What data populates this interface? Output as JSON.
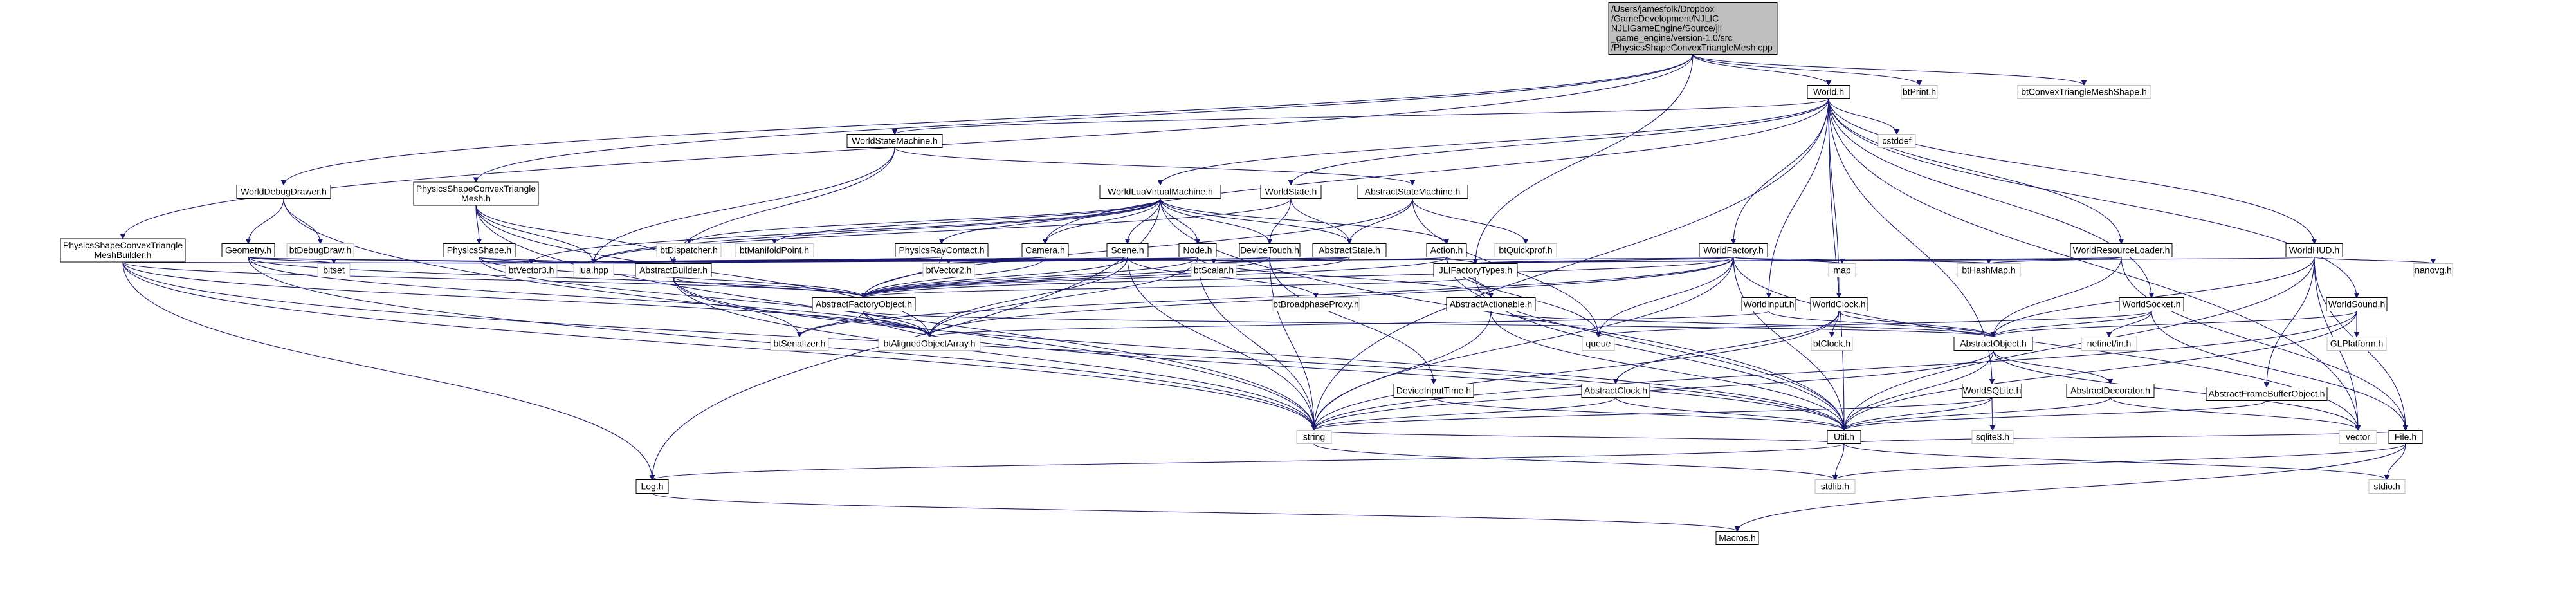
{
  "colors": {
    "edge": "#191970",
    "root_fill": "#bfbfbf",
    "node_border": "#000000",
    "ext_border": "#bfbfbf"
  },
  "nodes": [
    {
      "id": "root",
      "kind": "root",
      "lines": [
        "/Users/jamesfolk/Dropbox",
        "/GameDevelopment/NJLIC",
        "NJLIGameEngine/Source/jli",
        "_game_engine/version-1.0/src",
        "/PhysicsShapeConvexTriangleMesh.cpp"
      ]
    },
    {
      "id": "world",
      "kind": "norm",
      "lines": [
        "World.h"
      ]
    },
    {
      "id": "btPrint",
      "kind": "ext",
      "lines": [
        "btPrint.h"
      ]
    },
    {
      "id": "btConvexTMS",
      "kind": "ext",
      "lines": [
        "btConvexTriangleMeshShape.h"
      ]
    },
    {
      "id": "worldStateMachine",
      "kind": "norm",
      "lines": [
        "WorldStateMachine.h"
      ]
    },
    {
      "id": "abstractStateMachine",
      "kind": "norm",
      "lines": [
        "AbstractStateMachine.h"
      ]
    },
    {
      "id": "worldState",
      "kind": "norm",
      "lines": [
        "WorldState.h"
      ]
    },
    {
      "id": "cstddef",
      "kind": "ext",
      "lines": [
        "cstddef"
      ]
    },
    {
      "id": "worldDebugDrawer",
      "kind": "norm",
      "lines": [
        "WorldDebugDrawer.h"
      ]
    },
    {
      "id": "pscTMesh",
      "kind": "norm",
      "lines": [
        "PhysicsShapeConvexTriangle",
        "Mesh.h"
      ]
    },
    {
      "id": "worldLuaVM",
      "kind": "norm",
      "lines": [
        "WorldLuaVirtualMachine.h"
      ]
    },
    {
      "id": "pscTMeshBuilder",
      "kind": "norm",
      "lines": [
        "PhysicsShapeConvexTriangle",
        "MeshBuilder.h"
      ]
    },
    {
      "id": "geometry",
      "kind": "norm",
      "lines": [
        "Geometry.h"
      ]
    },
    {
      "id": "btDebugDraw",
      "kind": "ext",
      "lines": [
        "btDebugDraw.h"
      ]
    },
    {
      "id": "physicsShape",
      "kind": "norm",
      "lines": [
        "PhysicsShape.h"
      ]
    },
    {
      "id": "btDispatcher",
      "kind": "ext",
      "lines": [
        "btDispatcher.h"
      ]
    },
    {
      "id": "btManifoldPoint",
      "kind": "ext",
      "lines": [
        "btManifoldPoint.h"
      ]
    },
    {
      "id": "physicsRayContact",
      "kind": "norm",
      "lines": [
        "PhysicsRayContact.h"
      ]
    },
    {
      "id": "camera",
      "kind": "norm",
      "lines": [
        "Camera.h"
      ]
    },
    {
      "id": "scene",
      "kind": "norm",
      "lines": [
        "Scene.h"
      ]
    },
    {
      "id": "nodeh",
      "kind": "norm",
      "lines": [
        "Node.h"
      ]
    },
    {
      "id": "deviceTouch",
      "kind": "norm",
      "lines": [
        "DeviceTouch.h"
      ]
    },
    {
      "id": "abstractState",
      "kind": "norm",
      "lines": [
        "AbstractState.h"
      ]
    },
    {
      "id": "action",
      "kind": "norm",
      "lines": [
        "Action.h"
      ]
    },
    {
      "id": "btQuickprof",
      "kind": "ext",
      "lines": [
        "btQuickprof.h"
      ]
    },
    {
      "id": "worldFactory",
      "kind": "norm",
      "lines": [
        "WorldFactory.h"
      ]
    },
    {
      "id": "worldResourceLoader",
      "kind": "norm",
      "lines": [
        "WorldResourceLoader.h"
      ]
    },
    {
      "id": "worldHUD",
      "kind": "norm",
      "lines": [
        "WorldHUD.h"
      ]
    },
    {
      "id": "bitset",
      "kind": "ext",
      "lines": [
        "bitset"
      ]
    },
    {
      "id": "btVector3",
      "kind": "ext",
      "lines": [
        "btVector3.h"
      ]
    },
    {
      "id": "luahpp",
      "kind": "ext",
      "lines": [
        "lua.hpp"
      ]
    },
    {
      "id": "abstractBuilder",
      "kind": "norm",
      "lines": [
        "AbstractBuilder.h"
      ]
    },
    {
      "id": "btVector2",
      "kind": "ext",
      "lines": [
        "btVector2.h"
      ]
    },
    {
      "id": "btScalar",
      "kind": "ext",
      "lines": [
        "btScalar.h"
      ]
    },
    {
      "id": "jliFactoryTypes",
      "kind": "norm",
      "lines": [
        "JLIFactoryTypes.h"
      ]
    },
    {
      "id": "map",
      "kind": "ext",
      "lines": [
        "map"
      ]
    },
    {
      "id": "btHashMap",
      "kind": "ext",
      "lines": [
        "btHashMap.h"
      ]
    },
    {
      "id": "nanovg",
      "kind": "ext",
      "lines": [
        "nanovg.h"
      ]
    },
    {
      "id": "abstractFactoryObject",
      "kind": "norm",
      "lines": [
        "AbstractFactoryObject.h"
      ]
    },
    {
      "id": "btBroadphaseProxy",
      "kind": "ext",
      "lines": [
        "btBroadphaseProxy.h"
      ]
    },
    {
      "id": "abstractActionable",
      "kind": "norm",
      "lines": [
        "AbstractActionable.h"
      ]
    },
    {
      "id": "worldInput",
      "kind": "norm",
      "lines": [
        "WorldInput.h"
      ]
    },
    {
      "id": "worldClock",
      "kind": "norm",
      "lines": [
        "WorldClock.h"
      ]
    },
    {
      "id": "worldSocket",
      "kind": "norm",
      "lines": [
        "WorldSocket.h"
      ]
    },
    {
      "id": "worldSound",
      "kind": "norm",
      "lines": [
        "WorldSound.h"
      ]
    },
    {
      "id": "btSerializer",
      "kind": "ext",
      "lines": [
        "btSerializer.h"
      ]
    },
    {
      "id": "btAlignedObjectArray",
      "kind": "ext",
      "lines": [
        "btAlignedObjectArray.h"
      ]
    },
    {
      "id": "queue",
      "kind": "ext",
      "lines": [
        "queue"
      ]
    },
    {
      "id": "btClock",
      "kind": "ext",
      "lines": [
        "btClock.h"
      ]
    },
    {
      "id": "netinet",
      "kind": "ext",
      "lines": [
        "netinet/in.h"
      ]
    },
    {
      "id": "abstractObject",
      "kind": "norm",
      "lines": [
        "AbstractObject.h"
      ]
    },
    {
      "id": "glplatform",
      "kind": "ext",
      "lines": [
        "GLPlatform.h"
      ]
    },
    {
      "id": "deviceInputTime",
      "kind": "norm",
      "lines": [
        "DeviceInputTime.h"
      ]
    },
    {
      "id": "abstractClock",
      "kind": "norm",
      "lines": [
        "AbstractClock.h"
      ]
    },
    {
      "id": "worldSQLite",
      "kind": "norm",
      "lines": [
        "WorldSQLite.h"
      ]
    },
    {
      "id": "abstractDecorator",
      "kind": "norm",
      "lines": [
        "AbstractDecorator.h"
      ]
    },
    {
      "id": "abstractFrameBufferObject",
      "kind": "norm",
      "lines": [
        "AbstractFrameBufferObject.h"
      ]
    },
    {
      "id": "string",
      "kind": "ext",
      "lines": [
        "string"
      ]
    },
    {
      "id": "util",
      "kind": "norm",
      "lines": [
        "Util.h"
      ]
    },
    {
      "id": "sqlite3",
      "kind": "ext",
      "lines": [
        "sqlite3.h"
      ]
    },
    {
      "id": "vector",
      "kind": "ext",
      "lines": [
        "vector"
      ]
    },
    {
      "id": "file",
      "kind": "norm",
      "lines": [
        "File.h"
      ]
    },
    {
      "id": "log",
      "kind": "norm",
      "lines": [
        "Log.h"
      ]
    },
    {
      "id": "stdlib",
      "kind": "ext",
      "lines": [
        "stdlib.h"
      ]
    },
    {
      "id": "stdio",
      "kind": "ext",
      "lines": [
        "stdio.h"
      ]
    },
    {
      "id": "macros",
      "kind": "norm",
      "lines": [
        "Macros.h"
      ]
    }
  ],
  "edges": [
    [
      "root",
      "world"
    ],
    [
      "root",
      "btPrint"
    ],
    [
      "root",
      "btConvexTMS"
    ],
    [
      "root",
      "pscTMesh"
    ],
    [
      "root",
      "pscTMeshBuilder"
    ],
    [
      "root",
      "worldDebugDrawer"
    ],
    [
      "root",
      "jliFactoryTypes"
    ],
    [
      "world",
      "worldStateMachine"
    ],
    [
      "world",
      "worldState"
    ],
    [
      "world",
      "cstddef"
    ],
    [
      "world",
      "worldLuaVM"
    ],
    [
      "world",
      "worldFactory"
    ],
    [
      "world",
      "worldResourceLoader"
    ],
    [
      "world",
      "worldHUD"
    ],
    [
      "world",
      "worldInput"
    ],
    [
      "world",
      "worldClock"
    ],
    [
      "world",
      "worldSocket"
    ],
    [
      "world",
      "worldSound"
    ],
    [
      "world",
      "worldSQLite"
    ],
    [
      "world",
      "util"
    ],
    [
      "world",
      "vector"
    ],
    [
      "world",
      "string"
    ],
    [
      "world",
      "camera"
    ],
    [
      "worldStateMachine",
      "abstractStateMachine"
    ],
    [
      "worldStateMachine",
      "abstractBuilder"
    ],
    [
      "worldStateMachine",
      "luahpp"
    ],
    [
      "abstractStateMachine",
      "abstractState"
    ],
    [
      "abstractStateMachine",
      "btQuickprof"
    ],
    [
      "abstractStateMachine",
      "queue"
    ],
    [
      "abstractStateMachine",
      "abstractFactoryObject"
    ],
    [
      "worldState",
      "abstractState"
    ],
    [
      "worldState",
      "deviceTouch"
    ],
    [
      "worldState",
      "luahpp"
    ],
    [
      "worldDebugDrawer",
      "btDebugDraw"
    ],
    [
      "worldDebugDrawer",
      "geometry"
    ],
    [
      "worldDebugDrawer",
      "string"
    ],
    [
      "pscTMesh",
      "physicsShape"
    ],
    [
      "pscTMesh",
      "luahpp"
    ],
    [
      "pscTMesh",
      "abstractBuilder"
    ],
    [
      "pscTMesh",
      "btAlignedObjectArray"
    ],
    [
      "pscTMesh",
      "string"
    ],
    [
      "worldLuaVM",
      "btDispatcher"
    ],
    [
      "worldLuaVM",
      "btManifoldPoint"
    ],
    [
      "worldLuaVM",
      "physicsRayContact"
    ],
    [
      "worldLuaVM",
      "camera"
    ],
    [
      "worldLuaVM",
      "scene"
    ],
    [
      "worldLuaVM",
      "nodeh"
    ],
    [
      "worldLuaVM",
      "deviceTouch"
    ],
    [
      "worldLuaVM",
      "abstractState"
    ],
    [
      "worldLuaVM",
      "action"
    ],
    [
      "worldLuaVM",
      "luahpp"
    ],
    [
      "worldLuaVM",
      "btVector3"
    ],
    [
      "worldLuaVM",
      "log"
    ],
    [
      "worldLuaVM",
      "util"
    ],
    [
      "pscTMeshBuilder",
      "abstractBuilder"
    ],
    [
      "pscTMeshBuilder",
      "abstractFactoryObject"
    ],
    [
      "pscTMeshBuilder",
      "btVector3"
    ],
    [
      "pscTMeshBuilder",
      "string"
    ],
    [
      "pscTMeshBuilder",
      "log"
    ],
    [
      "pscTMeshBuilder",
      "util"
    ],
    [
      "pscTMeshBuilder",
      "btAlignedObjectArray"
    ],
    [
      "geometry",
      "bitset"
    ],
    [
      "geometry",
      "btVector3"
    ],
    [
      "geometry",
      "abstractFactoryObject"
    ],
    [
      "geometry",
      "string"
    ],
    [
      "geometry",
      "btAlignedObjectArray"
    ],
    [
      "geometry",
      "luahpp"
    ],
    [
      "physicsShape",
      "btVector3"
    ],
    [
      "physicsShape",
      "abstractFactoryObject"
    ],
    [
      "physicsShape",
      "luahpp"
    ],
    [
      "physicsShape",
      "btAlignedObjectArray"
    ],
    [
      "physicsRayContact",
      "abstractFactoryObject"
    ],
    [
      "physicsRayContact",
      "btVector3"
    ],
    [
      "camera",
      "abstractFactoryObject"
    ],
    [
      "camera",
      "btVector3"
    ],
    [
      "camera",
      "luahpp"
    ],
    [
      "scene",
      "abstractFactoryObject"
    ],
    [
      "scene",
      "btVector3"
    ],
    [
      "scene",
      "btAlignedObjectArray"
    ],
    [
      "scene",
      "btBroadphaseProxy"
    ],
    [
      "scene",
      "string"
    ],
    [
      "nodeh",
      "abstractActionable"
    ],
    [
      "nodeh",
      "btVector2"
    ],
    [
      "nodeh",
      "btAlignedObjectArray"
    ],
    [
      "nodeh",
      "abstractFactoryObject"
    ],
    [
      "nodeh",
      "string"
    ],
    [
      "nodeh",
      "luahpp"
    ],
    [
      "deviceTouch",
      "deviceInputTime"
    ],
    [
      "deviceTouch",
      "btVector2"
    ],
    [
      "deviceTouch",
      "abstractFactoryObject"
    ],
    [
      "deviceTouch",
      "string"
    ],
    [
      "abstractState",
      "abstractFactoryObject"
    ],
    [
      "abstractState",
      "btScalar"
    ],
    [
      "abstractState",
      "luahpp"
    ],
    [
      "abstractState",
      "abstractBuilder"
    ],
    [
      "action",
      "abstractFactoryObject"
    ],
    [
      "action",
      "jliFactoryTypes"
    ],
    [
      "action",
      "queue"
    ],
    [
      "action",
      "util"
    ],
    [
      "action",
      "btScalar"
    ],
    [
      "action",
      "abstractActionable"
    ],
    [
      "worldFactory",
      "jliFactoryTypes"
    ],
    [
      "worldFactory",
      "map"
    ],
    [
      "worldFactory",
      "btHashMap"
    ],
    [
      "worldFactory",
      "queue"
    ],
    [
      "worldFactory",
      "abstractFactoryObject"
    ],
    [
      "worldFactory",
      "util"
    ],
    [
      "worldFactory",
      "string"
    ],
    [
      "worldFactory",
      "vector"
    ],
    [
      "worldFactory",
      "btSerializer"
    ],
    [
      "worldFactory",
      "btAlignedObjectArray"
    ],
    [
      "worldFactory",
      "abstractBuilder"
    ],
    [
      "worldResourceLoader",
      "btHashMap"
    ],
    [
      "worldResourceLoader",
      "file"
    ],
    [
      "worldResourceLoader",
      "abstractObject"
    ],
    [
      "worldResourceLoader",
      "jliFactoryTypes"
    ],
    [
      "worldHUD",
      "nanovg"
    ],
    [
      "worldHUD",
      "abstractObject"
    ],
    [
      "worldHUD",
      "abstractFrameBufferObject"
    ],
    [
      "worldHUD",
      "util"
    ],
    [
      "worldHUD",
      "jliFactoryTypes"
    ],
    [
      "worldHUD",
      "file"
    ],
    [
      "worldHUD",
      "vector"
    ],
    [
      "abstractBuilder",
      "abstractFactoryObject"
    ],
    [
      "abstractBuilder",
      "btSerializer"
    ],
    [
      "abstractBuilder",
      "string"
    ],
    [
      "abstractBuilder",
      "util"
    ],
    [
      "jliFactoryTypes",
      "abstractFactoryObject"
    ],
    [
      "jliFactoryTypes",
      "util"
    ],
    [
      "abstractFactoryObject",
      "abstractObject"
    ],
    [
      "abstractFactoryObject",
      "btSerializer"
    ],
    [
      "abstractFactoryObject",
      "btAlignedObjectArray"
    ],
    [
      "abstractFactoryObject",
      "util"
    ],
    [
      "abstractActionable",
      "abstractObject"
    ],
    [
      "abstractActionable",
      "util"
    ],
    [
      "abstractActionable",
      "string"
    ],
    [
      "worldInput",
      "btAlignedObjectArray"
    ],
    [
      "worldInput",
      "abstractObject"
    ],
    [
      "worldClock",
      "btClock"
    ],
    [
      "worldClock",
      "abstractClock"
    ],
    [
      "worldClock",
      "abstractObject"
    ],
    [
      "worldClock",
      "string"
    ],
    [
      "worldSocket",
      "abstractObject"
    ],
    [
      "worldSocket",
      "netinet"
    ],
    [
      "worldSocket",
      "queue"
    ],
    [
      "worldSocket",
      "file"
    ],
    [
      "worldSound",
      "abstractObject"
    ],
    [
      "worldSound",
      "glplatform"
    ],
    [
      "worldSound",
      "string"
    ],
    [
      "worldSound",
      "util"
    ],
    [
      "abstractObject",
      "abstractDecorator"
    ],
    [
      "abstractObject",
      "util"
    ],
    [
      "abstractObject",
      "string"
    ],
    [
      "abstractObject",
      "vector"
    ],
    [
      "deviceInputTime",
      "util"
    ],
    [
      "abstractClock",
      "string"
    ],
    [
      "abstractClock",
      "util"
    ],
    [
      "worldSQLite",
      "sqlite3"
    ],
    [
      "worldSQLite",
      "util"
    ],
    [
      "worldSQLite",
      "string"
    ],
    [
      "abstractDecorator",
      "util"
    ],
    [
      "abstractDecorator",
      "vector"
    ],
    [
      "abstractFrameBufferObject",
      "util"
    ],
    [
      "util",
      "log"
    ],
    [
      "util",
      "stdlib"
    ],
    [
      "util",
      "stdio"
    ],
    [
      "util",
      "file"
    ],
    [
      "util",
      "string"
    ],
    [
      "file",
      "stdlib"
    ],
    [
      "file",
      "stdio"
    ],
    [
      "file",
      "macros"
    ],
    [
      "log",
      "macros"
    ],
    [
      "string",
      "stdlib"
    ]
  ]
}
